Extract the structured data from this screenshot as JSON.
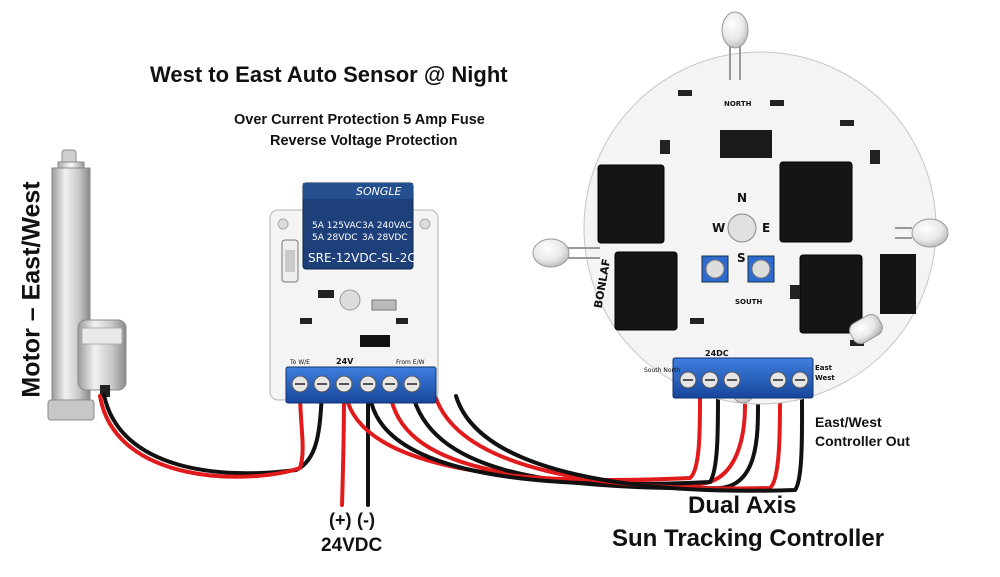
{
  "title": "West to East Auto Sensor @ Night",
  "subtitle_line1": "Over Current Protection 5 Amp Fuse",
  "subtitle_line2": "Reverse Voltage Protection",
  "motor_label": "Motor – East/West",
  "power": {
    "plus": "(+)",
    "minus": "(-)",
    "voltage": "24VDC"
  },
  "controller_out": {
    "line1": "East/West",
    "line2": "Controller Out"
  },
  "controller_name": {
    "line1": "Dual Axis",
    "line2": "Sun Tracking Controller"
  },
  "relay": {
    "brand": "SONGLE",
    "rating_left_1": "5A 125VAC",
    "rating_left_2": "5A 28VDC",
    "rating_right_1": "3A 240VAC",
    "rating_right_2": "3A 28VDC",
    "model": "SRE-12VDC-SL-2C",
    "terminal_to": "To W/E",
    "terminal_24v": "24V",
    "terminal_from": "From E/W"
  },
  "board": {
    "north": "NORTH",
    "south": "SOUTH",
    "compass_n": "N",
    "compass_s": "S",
    "compass_w": "W",
    "compass_e": "E",
    "brand": "BONLAF",
    "terminal_24dc": "24DC",
    "terminal_south_north": "South North",
    "terminal_east": "East",
    "terminal_west": "West"
  },
  "colors": {
    "red_wire": "#e11b1b",
    "black_wire": "#111111",
    "terminal_blue": "#1f5fc8",
    "relay_blue": "#1d3f7a",
    "pcb_white": "#f4f4f4"
  }
}
